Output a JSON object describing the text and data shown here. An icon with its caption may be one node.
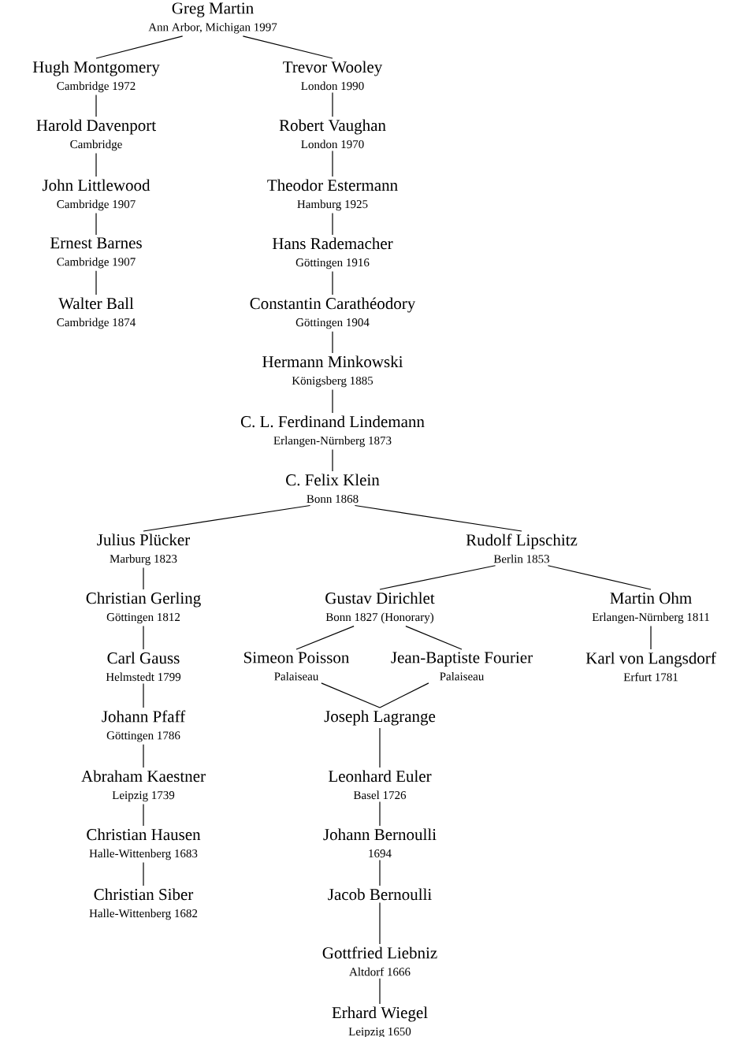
{
  "diagram": {
    "nodes": [
      {
        "text": [
          "Greg Martin",
          "Ann Arbor, Michigan 1997"
        ]
      },
      {
        "text": [
          "Hugh Montgomery",
          "Cambridge 1972"
        ]
      },
      {
        "text": [
          "Trevor Wooley",
          "London 1990"
        ]
      },
      {
        "text": [
          "Harold Davenport",
          "Cambridge"
        ]
      },
      {
        "text": [
          "Robert Vaughan",
          "London 1970"
        ]
      },
      {
        "text": [
          "John Littlewood",
          "Cambridge 1907"
        ]
      },
      {
        "text": [
          "Theodor Estermann",
          "Hamburg 1925"
        ]
      },
      {
        "text": [
          "Ernest Barnes",
          "Cambridge 1907"
        ]
      },
      {
        "text": [
          "Hans Rademacher",
          "Göttingen 1916"
        ]
      },
      {
        "text": [
          "Walter Ball",
          "Cambridge 1874"
        ]
      },
      {
        "text": [
          "Constantin Carathéodory",
          "Göttingen 1904"
        ]
      },
      {
        "text": [
          "Hermann Minkowski",
          "Königsberg 1885"
        ]
      },
      {
        "text": [
          "C. L. Ferdinand Lindemann",
          "Erlangen-Nürnberg 1873"
        ]
      },
      {
        "text": [
          "C. Felix Klein",
          "Bonn 1868"
        ]
      },
      {
        "text": [
          "Julius Plücker",
          "Marburg 1823"
        ]
      },
      {
        "text": [
          "Rudolf Lipschitz",
          "Berlin 1853"
        ]
      },
      {
        "text": [
          "Christian Gerling",
          "Göttingen 1812"
        ]
      },
      {
        "text": [
          "Gustav Dirichlet",
          "Bonn 1827 (Honorary)"
        ]
      },
      {
        "text": [
          "Martin Ohm",
          "Erlangen-Nürnberg 1811"
        ]
      },
      {
        "text": [
          "Carl Gauss",
          "Helmstedt 1799"
        ]
      },
      {
        "text": [
          "Simeon Poisson",
          "Palaiseau"
        ]
      },
      {
        "text": [
          "Jean-Baptiste Fourier",
          "Palaiseau"
        ]
      },
      {
        "text": [
          "Karl von Langsdorf",
          "Erfurt 1781"
        ]
      },
      {
        "text": [
          "Johann Pfaff",
          "Göttingen 1786"
        ]
      },
      {
        "text": [
          "Joseph Lagrange"
        ]
      },
      {
        "text": [
          "Abraham Kaestner",
          "Leipzig 1739"
        ]
      },
      {
        "text": [
          "Leonhard Euler",
          "Basel 1726"
        ]
      },
      {
        "text": [
          "Christian Hausen",
          "Halle-Wittenberg 1683"
        ]
      },
      {
        "text": [
          "Johann Bernoulli",
          "1694"
        ]
      },
      {
        "text": [
          "Christian Siber",
          "Halle-Wittenberg 1682"
        ]
      },
      {
        "text": [
          "Jacob Bernoulli"
        ]
      },
      {
        "text": [
          "Gottfried Liebniz",
          "Altdorf 1666"
        ]
      },
      {
        "text": [
          "Erhard Wiegel",
          "Leipzig 1650"
        ]
      }
    ],
    "edges": [
      {
        "from": 0,
        "to": 1,
        "arrow": "none"
      },
      {
        "from": 0,
        "to": 2,
        "arrow": "none"
      },
      {
        "from": 1,
        "to": 3,
        "arrow": "none"
      },
      {
        "from": 3,
        "to": 5,
        "arrow": "none"
      },
      {
        "from": 5,
        "to": 7,
        "arrow": "none"
      },
      {
        "from": 7,
        "to": 9,
        "arrow": "none"
      },
      {
        "from": 2,
        "to": 4,
        "arrow": "none"
      },
      {
        "from": 4,
        "to": 6,
        "arrow": "none"
      },
      {
        "from": 6,
        "to": 8,
        "arrow": "none"
      },
      {
        "from": 8,
        "to": 10,
        "arrow": "none"
      },
      {
        "from": 10,
        "to": 11,
        "arrow": "none"
      },
      {
        "from": 11,
        "to": 12,
        "arrow": "none"
      },
      {
        "from": 12,
        "to": 13,
        "arrow": "none"
      },
      {
        "from": 13,
        "to": 14,
        "arrow": "none"
      },
      {
        "from": 13,
        "to": 15,
        "arrow": "none"
      },
      {
        "from": 14,
        "to": 16,
        "arrow": "none"
      },
      {
        "from": 16,
        "to": 19,
        "arrow": "none"
      },
      {
        "from": 19,
        "to": 23,
        "arrow": "none"
      },
      {
        "from": 23,
        "to": 25,
        "arrow": "none"
      },
      {
        "from": 25,
        "to": 27,
        "arrow": "none"
      },
      {
        "from": 27,
        "to": 29,
        "arrow": "none"
      },
      {
        "from": 15,
        "to": 17,
        "arrow": "none"
      },
      {
        "from": 15,
        "to": 18,
        "arrow": "none"
      },
      {
        "from": 18,
        "to": 22,
        "arrow": "none"
      },
      {
        "from": 17,
        "to": 20,
        "arrow": "none"
      },
      {
        "from": 17,
        "to": 21,
        "arrow": "none"
      },
      {
        "from": 20,
        "to": 24,
        "arrow": "none"
      },
      {
        "from": 21,
        "to": 24,
        "arrow": "none"
      },
      {
        "from": 24,
        "to": 26,
        "arrow": "none"
      },
      {
        "from": 26,
        "to": 28,
        "arrow": "none"
      },
      {
        "from": 28,
        "to": 30,
        "arrow": "none"
      },
      {
        "from": 30,
        "to": 31,
        "arrow": "none"
      },
      {
        "from": 31,
        "to": 32,
        "arrow": "none"
      }
    ]
  }
}
